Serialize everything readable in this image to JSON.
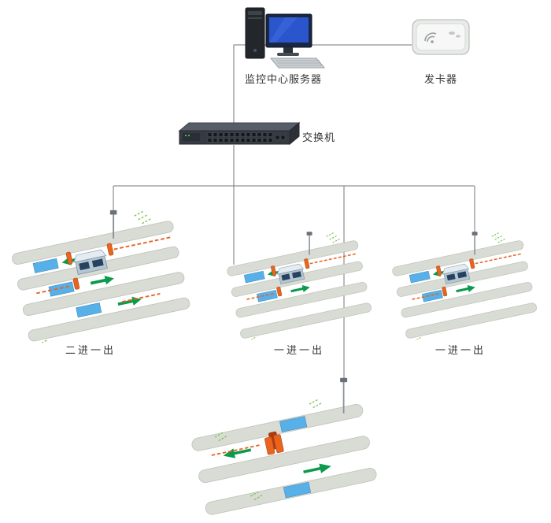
{
  "diagram": {
    "nodes": {
      "server": {
        "label": "监控中心服务器"
      },
      "card_issuer": {
        "label": "发卡器"
      },
      "switch": {
        "label": "交换机"
      }
    },
    "lane_groups": [
      {
        "label": "二进一出",
        "config": "2-in-1-out",
        "template": "tpl-lane-a"
      },
      {
        "label": "一进一出",
        "config": "1-in-1-out",
        "template": "tpl-lane-a"
      },
      {
        "label": "一进一出",
        "config": "1-in-1-out",
        "template": "tpl-lane-a"
      },
      {
        "label": "",
        "config": "1-in-1-out",
        "template": "tpl-lane-b"
      }
    ],
    "connections": [
      {
        "from": "server",
        "to": "card_issuer"
      },
      {
        "from": "server",
        "to": "switch"
      },
      {
        "from": "switch",
        "to": "lane_group_1"
      },
      {
        "from": "switch",
        "to": "lane_group_2"
      },
      {
        "from": "switch",
        "to": "lane_group_3"
      },
      {
        "from": "switch",
        "to": "lane_group_4"
      }
    ],
    "colors": {
      "road": "#d8dcd4",
      "road_border": "#c2c7bd",
      "loop_pad": "#58b0e8",
      "arrow_green": "#0c9a4c",
      "barrier_orange": "#e8641f",
      "line_gray": "#777777",
      "label_text": "#333333"
    }
  }
}
